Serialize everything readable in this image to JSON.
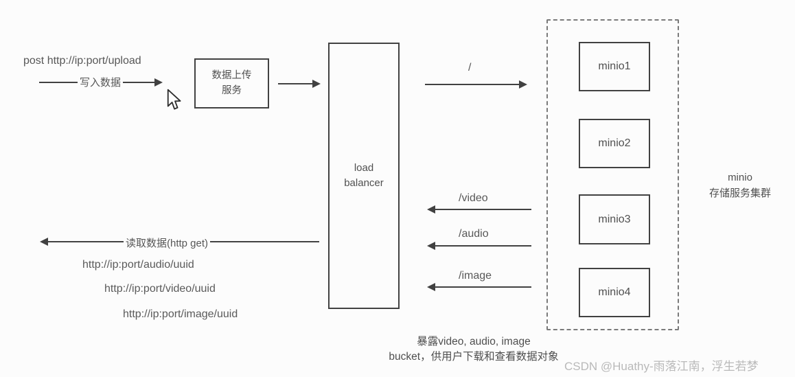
{
  "colors": {
    "background": "#fcfcfc",
    "line": "#414141",
    "text": "#575757",
    "dashed": "#7a7a7a",
    "watermark": "#b9b9b9"
  },
  "upload_flow": {
    "post_url": "post http://ip:port/upload",
    "write_label": "写入数据",
    "service_line1": "数据上传",
    "service_line2": "服务"
  },
  "load_balancer": {
    "label": "load balancer"
  },
  "routes": {
    "root": "/",
    "video": "/video",
    "audio": "/audio",
    "image": "/image"
  },
  "cluster": {
    "nodes": [
      "minio1",
      "minio2",
      "minio3",
      "minio4"
    ],
    "label_line1": "minio",
    "label_line2": "存储服务集群"
  },
  "read_flow": {
    "label": "读取数据(http get)",
    "urls": [
      "http://ip:port/audio/uuid",
      "http://ip:port/video/uuid",
      "http://ip:port/image/uuid"
    ]
  },
  "caption": {
    "line1": "暴露video, audio, image",
    "line2": "bucket，供用户下载和查看数据对象"
  },
  "watermark": "CSDN @Huathy-雨落江南，浮生若梦"
}
